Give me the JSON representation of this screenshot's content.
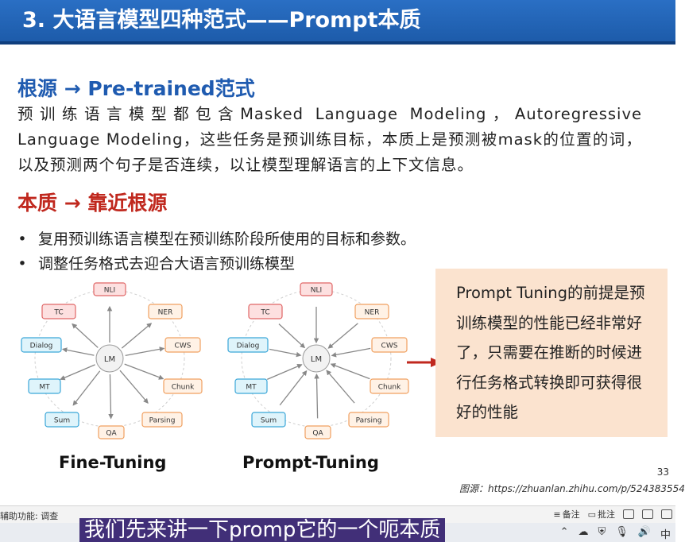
{
  "title": "3. 大语言模型四种范式——Prompt本质",
  "sections": {
    "root_heading": "根源 → Pre-trained范式",
    "root_paragraph": "预训练语言模型都包含Masked Language Modeling，Autoregressive Language Modeling，这些任务是预训练目标，本质上是预测被mask的位置的词，以及预测两个句子是否连续，以让模型理解语言的上下文信息。",
    "essence_heading": "本质 → 靠近根源",
    "bullets": [
      "复用预训练语言模型在预训练阶段所使用的目标和参数。",
      "调整任务格式去迎合大语言预训练模型"
    ]
  },
  "callout": "Prompt Tuning的前提是预训练模型的性能已经非常好了，只需要在推断的时候进行任务格式转换即可获得很好的性能",
  "diagram": {
    "center": "LM",
    "nodes": [
      "NLI",
      "NER",
      "CWS",
      "Chunk",
      "Parsing",
      "QA",
      "Sum",
      "MT",
      "Dialog",
      "TC"
    ],
    "left_caption": "Fine-Tuning",
    "right_caption": "Prompt-Tuning"
  },
  "page_number": "33",
  "source": "图源：https://zhuanlan.zhihu.com/p/524383554",
  "statusbar": {
    "left": "辅助功能: 调查",
    "notes": "备注",
    "comments": "批注"
  },
  "subtitle": "我们先来讲一下promp它的一个呃本质",
  "tray": {
    "ime": "中"
  },
  "colors": {
    "title_blue": "#1f5bb0",
    "essence_red": "#c0281e",
    "callout_bg": "#fbe3cf",
    "node_red_fill": "#fde0e0",
    "node_red_stroke": "#e06666",
    "node_orange_fill": "#fff2e6",
    "node_orange_stroke": "#f0a060",
    "node_blue_fill": "#dff4fb",
    "node_blue_stroke": "#3aa6d8"
  }
}
